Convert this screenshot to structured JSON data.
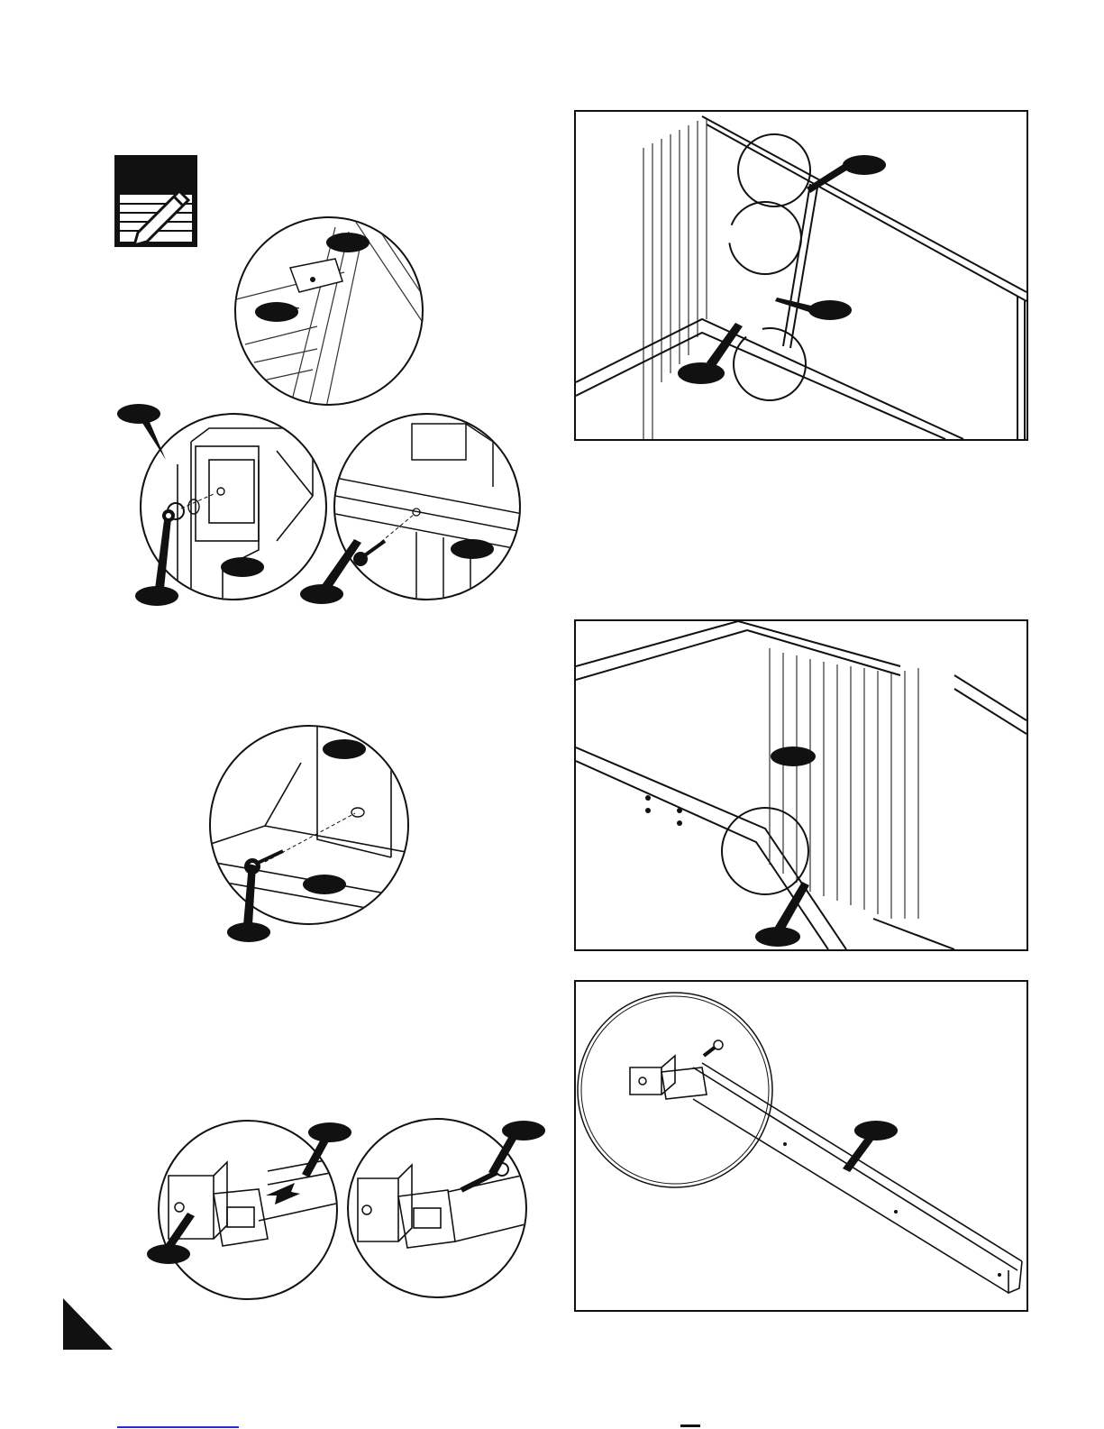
{
  "page": {
    "note_icon_name": "pencil-note-icon",
    "corner_marker_name": "page-corner-triangle",
    "colors": {
      "ink": "#111111",
      "paper": "#ffffff",
      "link": "#2a2ad0"
    }
  },
  "figures": [
    {
      "id": "fig-note-detail",
      "kind": "circle-detail"
    },
    {
      "id": "fig-bracket-washer-detail",
      "kind": "circle-detail"
    },
    {
      "id": "fig-rail-screw-detail",
      "kind": "circle-detail"
    },
    {
      "id": "fig-panel-top-frame",
      "kind": "panel"
    },
    {
      "id": "fig-slot-screw-detail",
      "kind": "circle-detail"
    },
    {
      "id": "fig-panel-corner-wall",
      "kind": "panel"
    },
    {
      "id": "fig-clip-insert-detail",
      "kind": "circle-detail"
    },
    {
      "id": "fig-clip-screw-detail",
      "kind": "circle-detail"
    },
    {
      "id": "fig-panel-rail-part",
      "kind": "panel"
    }
  ]
}
